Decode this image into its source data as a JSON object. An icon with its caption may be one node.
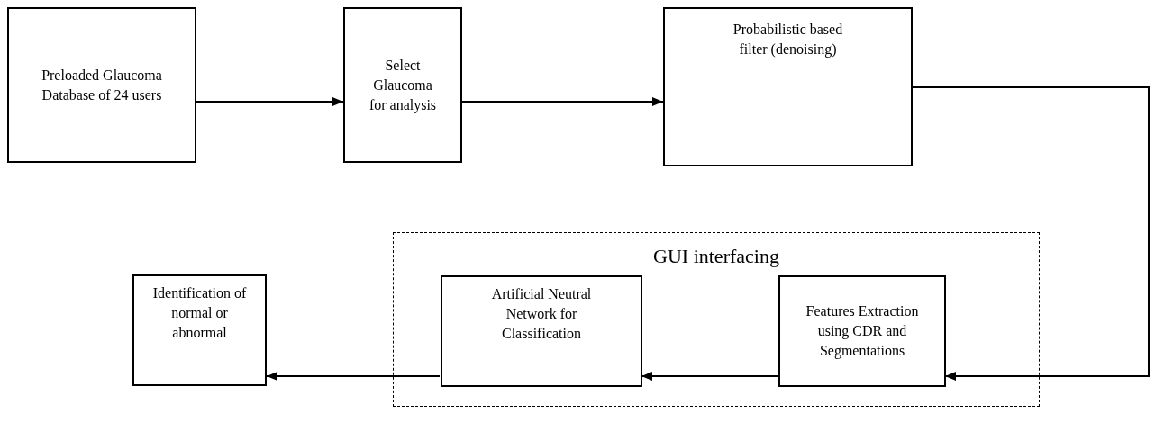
{
  "diagram": {
    "nodes": [
      {
        "text": [
          "Preloaded Glaucoma Database of 24 users"
        ]
      },
      {
        "text": [
          "Select Glaucoma for analysis"
        ]
      },
      {
        "text": [
          "Probabilistic based filter (denoising)"
        ]
      },
      {
        "text": [
          "GUI interfacing"
        ]
      },
      {
        "text": [
          "Identification of normal or abnormal"
        ]
      },
      {
        "text": [
          "Artificial Neutral Network for Classification"
        ],
        "in": 3
      },
      {
        "text": [
          "Features Extraction using CDR and Segmentations"
        ],
        "in": 3
      }
    ],
    "edges": [
      {
        "from": 0,
        "to": 1,
        "arrow": "to"
      },
      {
        "from": 1,
        "to": 2,
        "arrow": "to"
      },
      {
        "from": 2,
        "to": 6,
        "arrow": "to"
      },
      {
        "from": 6,
        "to": 5,
        "arrow": "to"
      },
      {
        "from": 5,
        "to": 4,
        "arrow": "to"
      }
    ]
  }
}
